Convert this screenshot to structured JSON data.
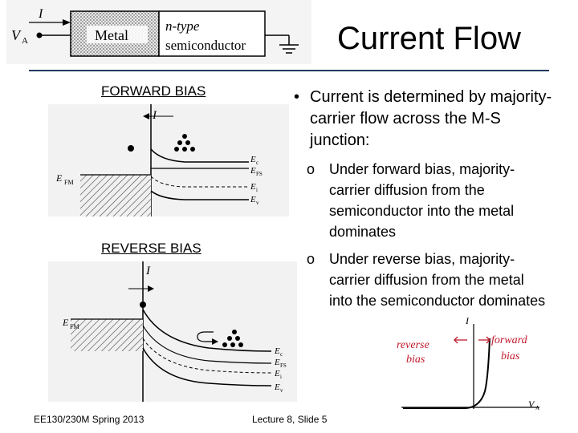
{
  "slide": {
    "title": "Current Flow",
    "top_diagram": {
      "current_label": "I",
      "voltage_label": "V",
      "voltage_sub": "A",
      "metal_label": "Metal",
      "semi_line1": "n-type",
      "semi_line2": "semiconductor"
    },
    "forward": {
      "heading": "FORWARD BIAS",
      "current_label": "I",
      "efm": "E",
      "efm_sub": "FM",
      "ec": "E",
      "ec_sub": "c",
      "efs": "E",
      "efs_sub": "FS",
      "ei": "E",
      "ei_sub": "i",
      "ev": "E",
      "ev_sub": "v"
    },
    "reverse": {
      "heading": "REVERSE BIAS",
      "current_label": "I",
      "efm": "E",
      "efm_sub": "FM",
      "ec": "E",
      "ec_sub": "c",
      "efs": "E",
      "efs_sub": "FS",
      "ei": "E",
      "ei_sub": "i",
      "ev": "E",
      "ev_sub": "v"
    },
    "bullet_main": "Current is determined by majority-carrier flow across the M-S junction:",
    "sub_bullets": [
      "Under forward bias, majority-carrier diffusion from the semiconductor into the metal dominates",
      "Under reverse bias, majority-carrier diffusion from the metal into the semiconductor dominates"
    ],
    "iv_plot": {
      "y_label": "I",
      "x_label": "V",
      "x_sub": "A",
      "reverse_note_1": "reverse",
      "reverse_note_2": "bias",
      "forward_note_1": "forward",
      "forward_note_2": "bias"
    },
    "footer_left": "EE130/230M Spring 2013",
    "footer_center": "Lecture 8, Slide 5"
  }
}
